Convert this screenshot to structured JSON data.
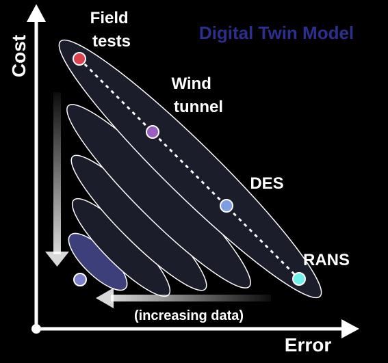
{
  "title": {
    "text": "Digital Twin Model",
    "color": "#2d2f8f"
  },
  "axes": {
    "x_label": "Error",
    "y_label": "Cost"
  },
  "methods": [
    {
      "name_lines": [
        "Field",
        "tests"
      ],
      "color": "#d9434f"
    },
    {
      "name_lines": [
        "Wind",
        "tunnel"
      ],
      "color": "#9a5fc0"
    },
    {
      "name_lines": [
        "DES"
      ],
      "color": "#7d9ee0"
    },
    {
      "name_lines": [
        "RANS"
      ],
      "color": "#6ff0ea"
    }
  ],
  "extra_point": {
    "color": "#7d7fc8"
  },
  "annotation": {
    "text": "(increasing data)",
    "color": "#5a5cc9"
  },
  "colors": {
    "background": "#000000",
    "axis": "#ffffff",
    "ellipse_fill": "#1c1d2a",
    "ellipse_stroke": "#ffffff",
    "small_ellipse_fill": "#3d3f7a"
  }
}
